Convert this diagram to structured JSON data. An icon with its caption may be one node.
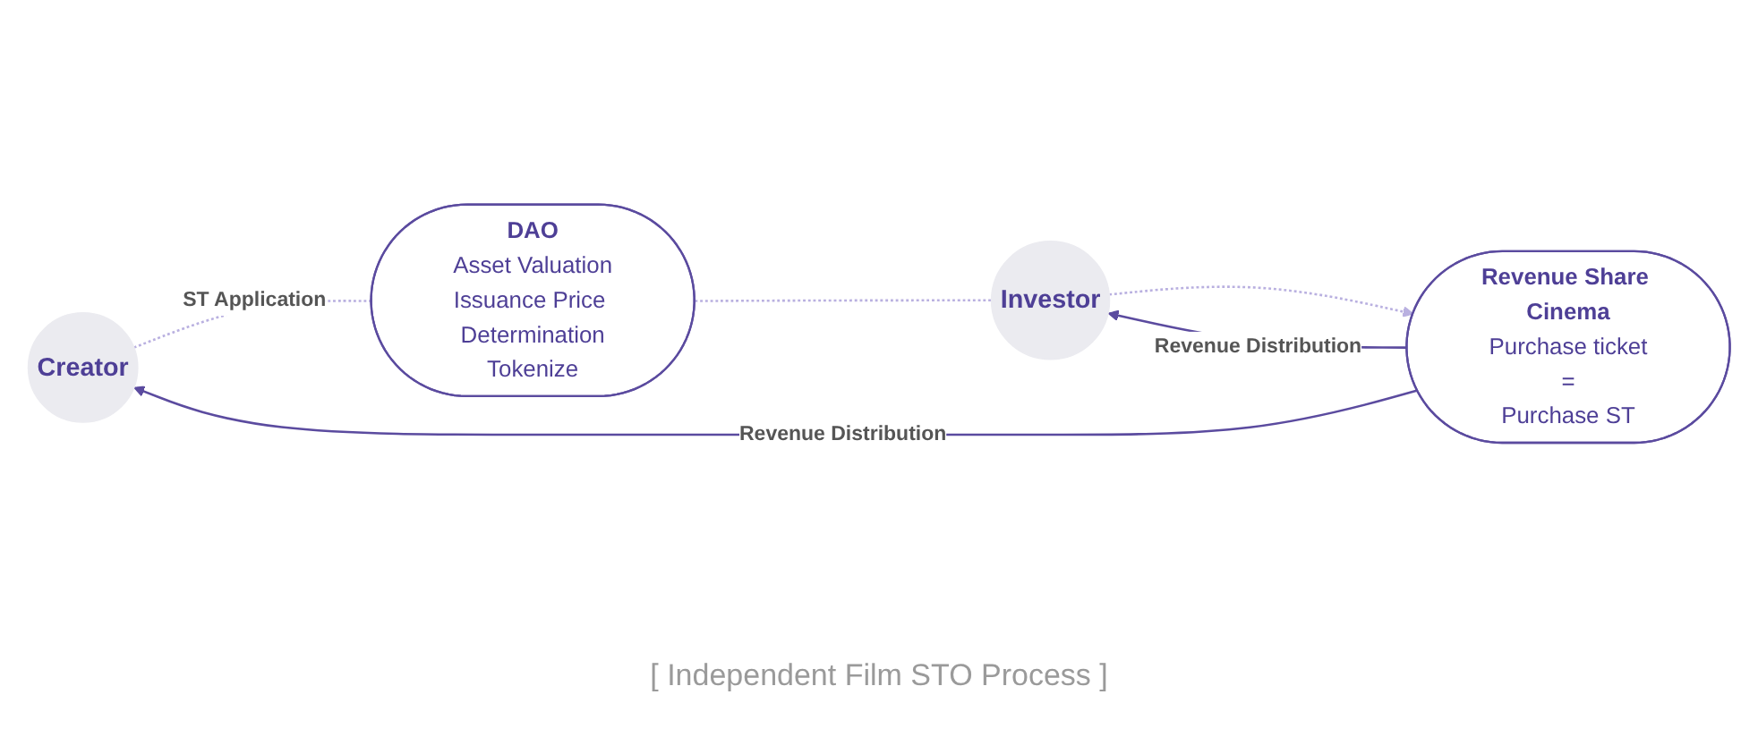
{
  "diagram": {
    "caption": "[ Independent Film STO Process ]",
    "nodes": [
      {
        "text": [
          "Creator"
        ]
      },
      {
        "text": [
          "DAO",
          "Asset Valuation",
          "Issuance Price Determination",
          "Tokenize"
        ]
      },
      {
        "text": [
          "Investor"
        ]
      },
      {
        "text": [
          "Revenue Share Cinema",
          "Purchase ticket",
          "=",
          "Purchase ST"
        ]
      }
    ],
    "edges": [
      {
        "from": 0,
        "to": 1,
        "arrow": "none",
        "label": "ST Application",
        "style": "dashed"
      },
      {
        "from": 1,
        "to": 2,
        "arrow": "none",
        "style": "dashed"
      },
      {
        "from": 2,
        "to": 3,
        "arrow": "to",
        "style": "dashed"
      },
      {
        "from": 3,
        "to": 2,
        "arrow": "to",
        "label": "Revenue Distribution",
        "color": "#5b4b9f"
      },
      {
        "from": 3,
        "to": 0,
        "arrow": "to",
        "label": "Revenue Distribution",
        "color": "#5b4b9f"
      }
    ]
  }
}
